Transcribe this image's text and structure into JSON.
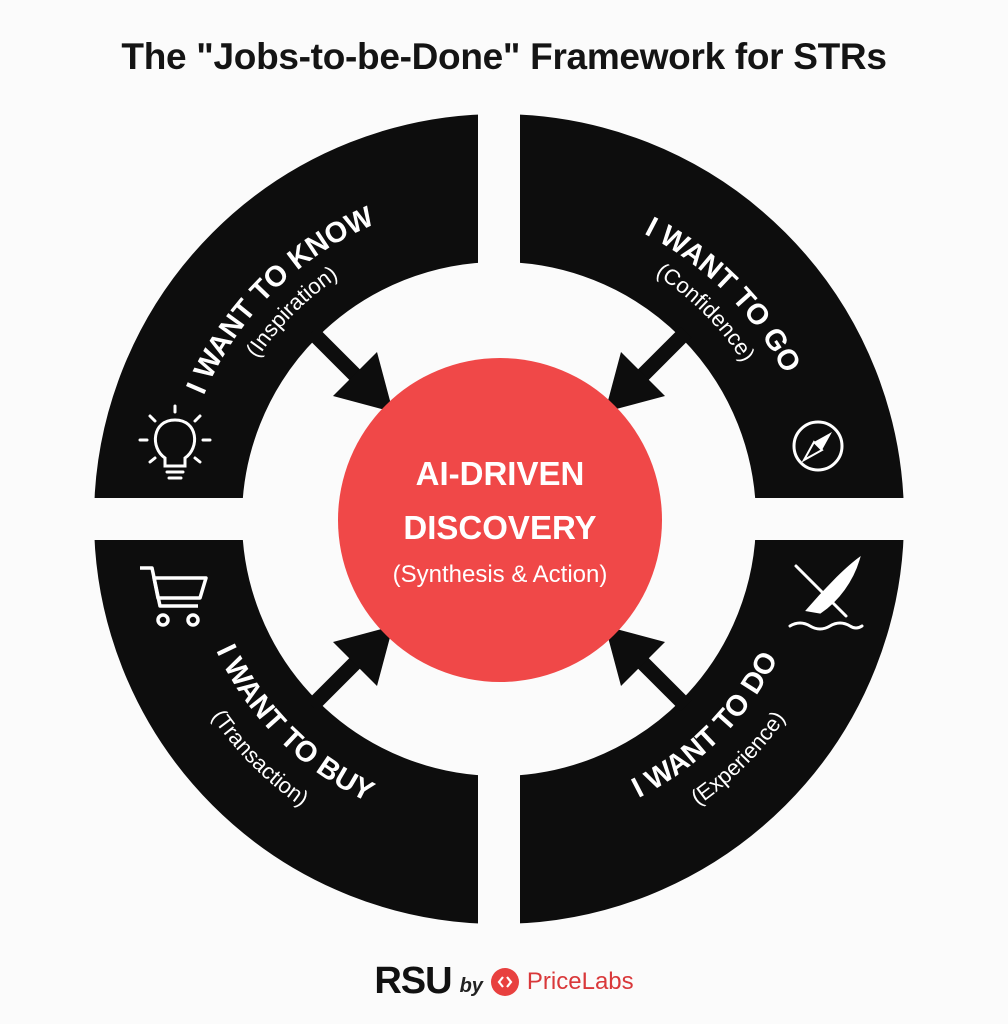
{
  "title": "The \"Jobs-to-be-Done\" Framework for STRs",
  "colors": {
    "ring": "#0d0d0d",
    "center": "#f04848",
    "background": "#fbfbfb",
    "brand": "#e8403f"
  },
  "center": {
    "line1": "AI-DRIVEN",
    "line2": "DISCOVERY",
    "subtitle": "(Synthesis & Action)"
  },
  "quadrants": [
    {
      "label": "I WANT TO KNOW",
      "subtitle": "(Inspiration)",
      "icon": "lightbulb-icon"
    },
    {
      "label": "I WANT TO GO",
      "subtitle": "(Confidence)",
      "icon": "compass-icon"
    },
    {
      "label": "I WANT TO BUY",
      "subtitle": "(Transaction)",
      "icon": "shopping-cart-icon"
    },
    {
      "label": "I WANT TO DO",
      "subtitle": "(Experience)",
      "icon": "kayak-icon"
    }
  ],
  "footer": {
    "brand": "RSU",
    "by": "by",
    "partner": "PriceLabs"
  }
}
